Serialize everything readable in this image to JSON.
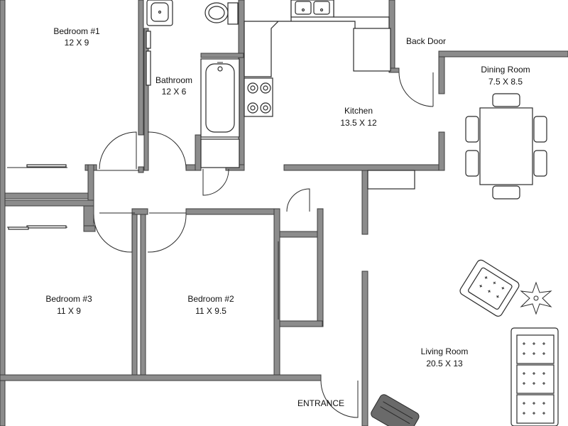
{
  "rooms": {
    "bedroom1": {
      "name": "Bedroom #1",
      "size": "12 X 9"
    },
    "bathroom": {
      "name": "Bathroom",
      "size": "12 X 6"
    },
    "kitchen": {
      "name": "Kitchen",
      "size": "13.5 X 12"
    },
    "dining": {
      "name": "Dining Room",
      "size": "7.5 X 8.5"
    },
    "bedroom3": {
      "name": "Bedroom #3",
      "size": "11 X 9"
    },
    "bedroom2": {
      "name": "Bedroom #2",
      "size": "11 X 9.5"
    },
    "living": {
      "name": "Living Room",
      "size": "20.5 X 13"
    }
  },
  "labels": {
    "back_door": "Back Door",
    "entrance": "ENTRANCE"
  }
}
